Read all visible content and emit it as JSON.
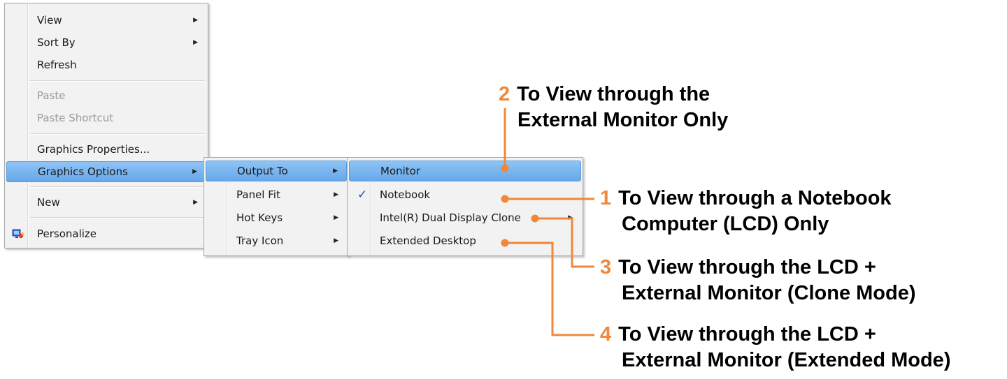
{
  "context_menu": {
    "items": [
      {
        "label": "View",
        "has_submenu": true
      },
      {
        "label": "Sort By",
        "has_submenu": true
      },
      {
        "label": "Refresh"
      },
      {
        "label": "Paste",
        "disabled": true
      },
      {
        "label": "Paste Shortcut",
        "disabled": true
      },
      {
        "label": "Graphics Properties..."
      },
      {
        "label": "Graphics Options",
        "has_submenu": true,
        "highlighted": true
      },
      {
        "label": "New",
        "has_submenu": true
      },
      {
        "label": "Personalize",
        "icon": "personalize-icon"
      }
    ]
  },
  "graphics_options_menu": {
    "items": [
      {
        "label": "Output To",
        "highlighted": true
      },
      {
        "label": "Panel Fit"
      },
      {
        "label": "Hot Keys"
      },
      {
        "label": "Tray Icon"
      }
    ]
  },
  "output_to_menu": {
    "items": [
      {
        "label": "Monitor",
        "highlighted": true
      },
      {
        "label": "Notebook",
        "checked": true
      },
      {
        "label": "Intel(R) Dual Display Clone",
        "has_submenu": true
      },
      {
        "label": "Extended Desktop"
      }
    ]
  },
  "annotations": [
    {
      "number": "2",
      "line1": "To View through the",
      "line2": "External Monitor Only"
    },
    {
      "number": "1",
      "line1": "To View through a Notebook",
      "line2": "Computer (LCD) Only"
    },
    {
      "number": "3",
      "line1": "To View through the LCD +",
      "line2": "External Monitor (Clone Mode)"
    },
    {
      "number": "4",
      "line1": "To View through the LCD +",
      "line2": "External Monitor (Extended Mode)"
    }
  ],
  "colors": {
    "accent_orange": "#f0873a",
    "highlight_blue": "#7ab6f0",
    "check_blue": "#1f4fb5"
  }
}
